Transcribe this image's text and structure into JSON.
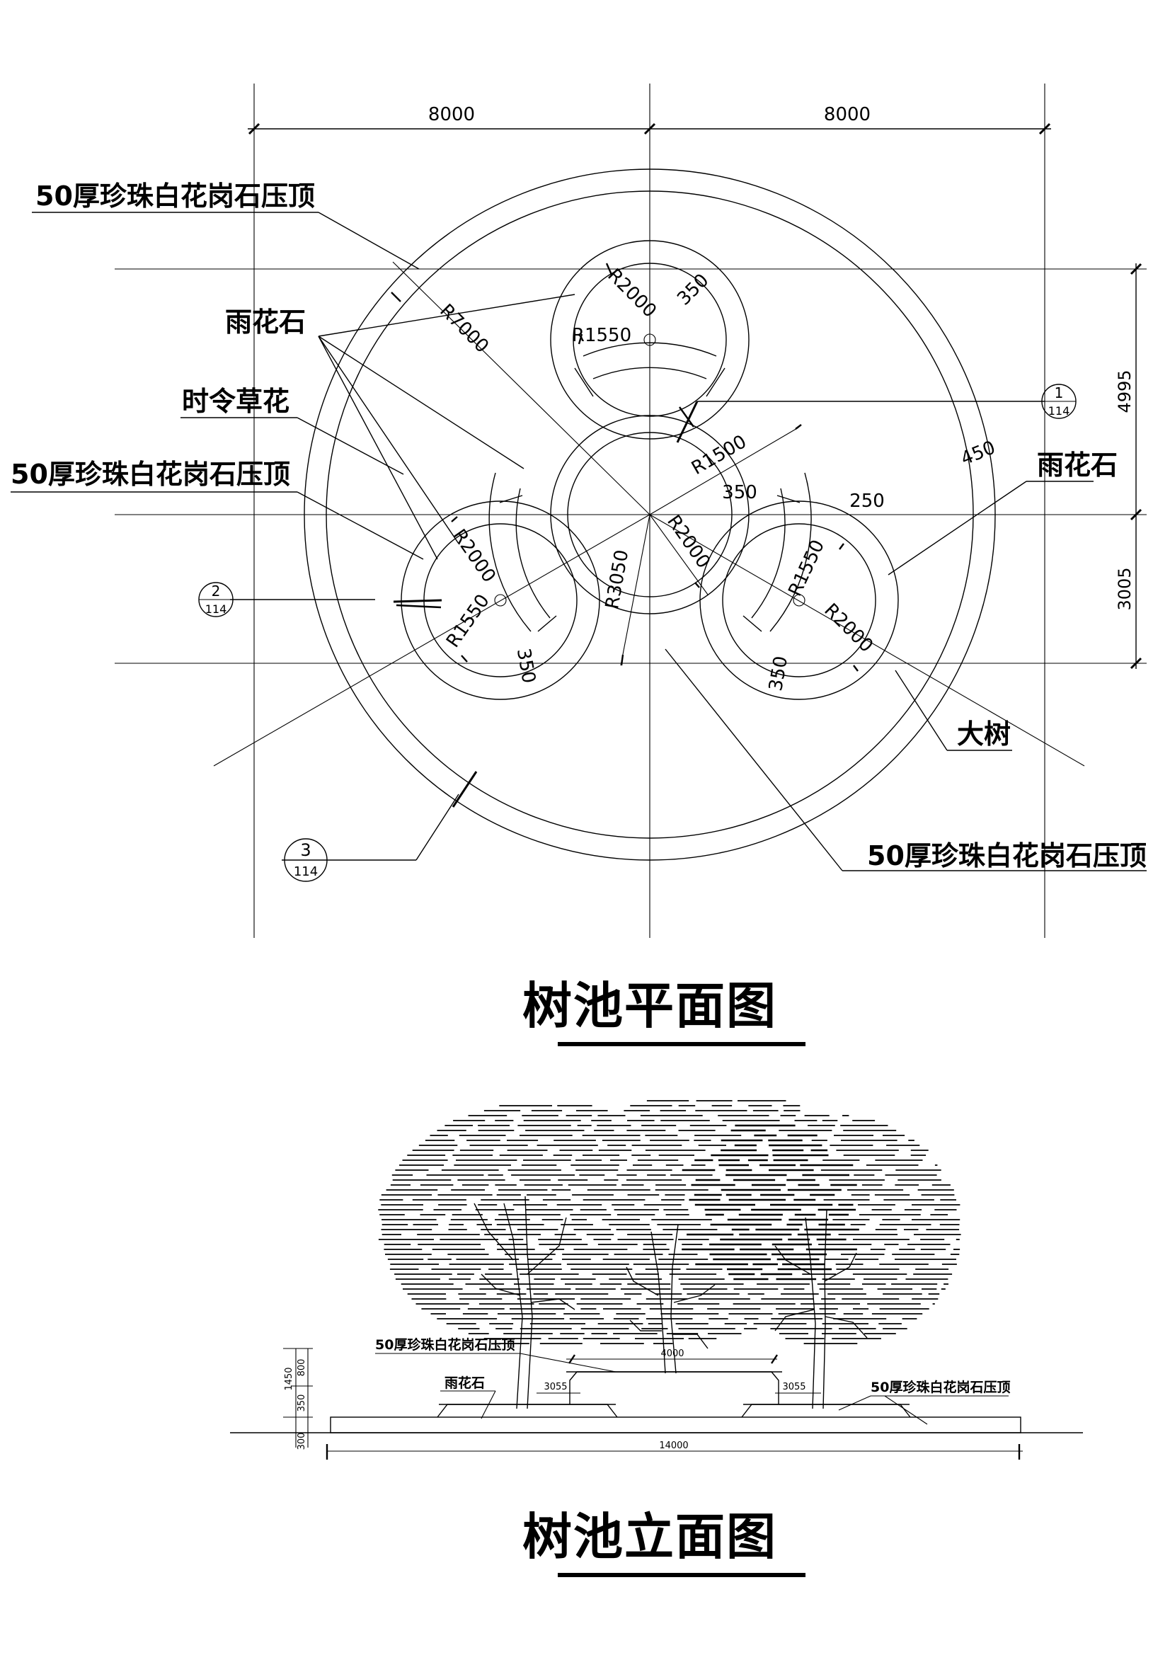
{
  "plan": {
    "title": "树池平面图",
    "dims": {
      "top_left": "8000",
      "top_right": "8000",
      "right_upper": "4995",
      "right_lower": "3005",
      "r7000": "R7000",
      "r2000_top": "R2000",
      "r1550_top": "R1550",
      "d350_top": "350",
      "r1500": "R1500",
      "d350_center": "350",
      "r2000_center": "R2000",
      "r3050": "R3050",
      "d450": "450",
      "d250": "250",
      "r2000_left": "R2000",
      "r1550_left": "R1550",
      "d350_left": "350",
      "r1550_right": "R1550",
      "r2000_right": "R2000",
      "d350_right": "350"
    },
    "labels": {
      "granite_cap_1": "50厚珍珠白花岗石压顶",
      "rain_stone_left": "雨花石",
      "seasonal_flowers": "时令草花",
      "granite_cap_2": "50厚珍珠白花岗石压顶",
      "rain_stone_right": "雨花石",
      "big_tree": "大树",
      "granite_cap_3": "50厚珍珠白花岗石压顶"
    },
    "section_marks": [
      {
        "num": "1",
        "sheet": "114"
      },
      {
        "num": "2",
        "sheet": "114"
      },
      {
        "num": "3",
        "sheet": "114"
      }
    ]
  },
  "elevation": {
    "title": "树池立面图",
    "labels": {
      "granite_cap_center": "50厚珍珠白花岗石压顶",
      "rain_stone": "雨花石",
      "granite_cap_right": "50厚珍珠白花岗石压顶"
    },
    "dims": {
      "top_width": "4000",
      "left_width": "3055",
      "right_width": "3055",
      "total_width": "14000",
      "h800": "800",
      "h1450": "1450",
      "h350": "350",
      "h300": "300"
    }
  }
}
